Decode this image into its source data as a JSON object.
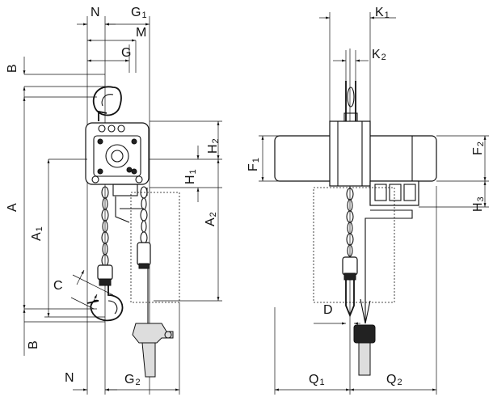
{
  "dimensions": {
    "N_top": {
      "main": "N",
      "sub": ""
    },
    "G1": {
      "main": "G",
      "sub": "1"
    },
    "M": {
      "main": "M",
      "sub": ""
    },
    "G": {
      "main": "G",
      "sub": ""
    },
    "B_top": {
      "main": "B",
      "sub": ""
    },
    "A": {
      "main": "A",
      "sub": ""
    },
    "A1": {
      "main": "A",
      "sub": "1"
    },
    "H2": {
      "main": "H",
      "sub": "2"
    },
    "H1": {
      "main": "H",
      "sub": "1"
    },
    "A2": {
      "main": "A",
      "sub": "2"
    },
    "C": {
      "main": "C",
      "sub": ""
    },
    "B_bottom": {
      "main": "B",
      "sub": ""
    },
    "N_bottom": {
      "main": "N",
      "sub": ""
    },
    "G2": {
      "main": "G",
      "sub": "2"
    },
    "K1": {
      "main": "K",
      "sub": "1"
    },
    "K2": {
      "main": "K",
      "sub": "2"
    },
    "F1": {
      "main": "F",
      "sub": "1"
    },
    "F2": {
      "main": "F",
      "sub": "2"
    },
    "H3": {
      "main": "H",
      "sub": "3"
    },
    "D": {
      "main": "D",
      "sub": ""
    },
    "Q1": {
      "main": "Q",
      "sub": "1"
    },
    "Q2": {
      "main": "Q",
      "sub": "2"
    }
  }
}
